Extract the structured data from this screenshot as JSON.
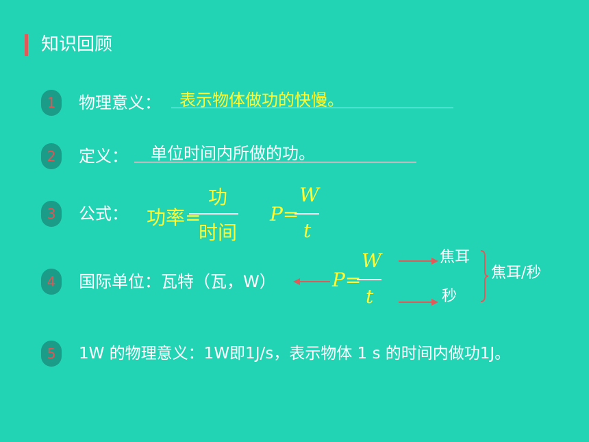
{
  "section_title": "知识回顾",
  "items": [
    {
      "num": "1",
      "label": "物理意义：",
      "answer": "表示物体做功的快慢。"
    },
    {
      "num": "2",
      "label": "定义：",
      "answer": "单位时间内所做的功。"
    },
    {
      "num": "3",
      "label": "公式：",
      "formula_word_numerator": "功",
      "formula_word_lhs": "功率=",
      "formula_word_denominator": "时间",
      "formula_sym_lhs": "P=",
      "formula_sym_numerator": "W",
      "formula_sym_denominator": "t"
    },
    {
      "num": "4",
      "label": "国际单位：瓦特（瓦，W）",
      "formula_sym_lhs": "P=",
      "formula_sym_numerator": "W",
      "formula_sym_denominator": "t",
      "unit_top": "焦耳",
      "unit_bottom": "秒",
      "unit_combined": "焦耳/秒"
    },
    {
      "num": "5",
      "text": "1W 的物理意义：1W即1J/s，表示物体 1 s 的时间内做功1J。"
    }
  ],
  "colors": {
    "background": "#22d4b4",
    "highlight": "#ffff33",
    "accent": "#e05a5a"
  }
}
